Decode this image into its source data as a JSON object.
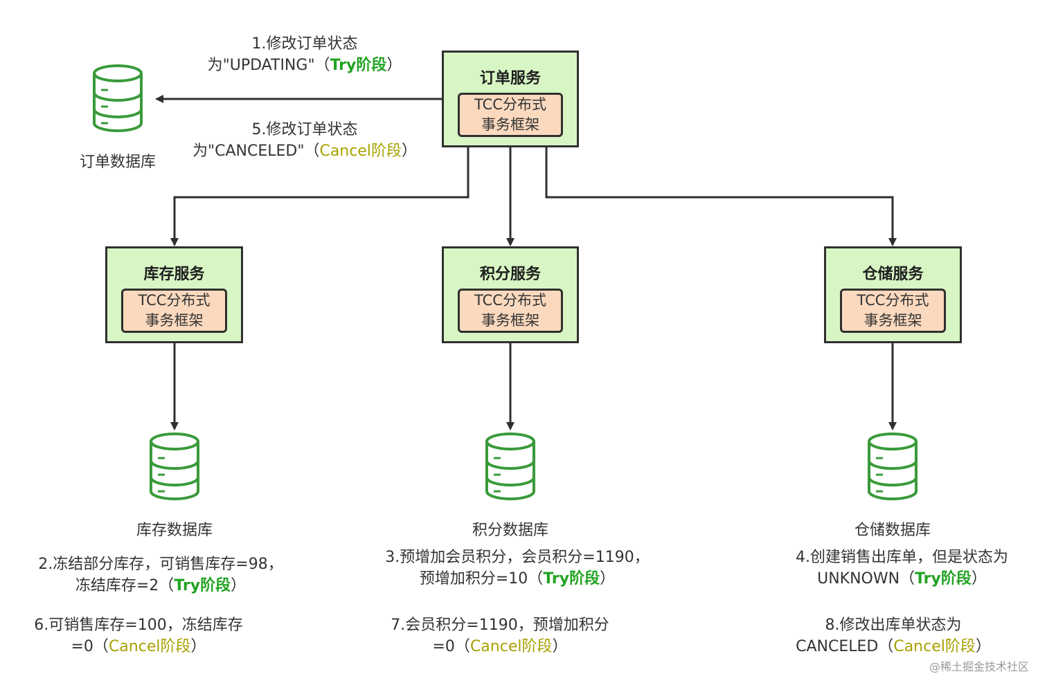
{
  "framework": {
    "line1": "TCC分布式",
    "line2": "事务框架"
  },
  "services": {
    "order": "订单服务",
    "inventory": "库存服务",
    "points": "积分服务",
    "warehouse": "仓储服务"
  },
  "databases": {
    "order": "订单数据库",
    "inventory": "库存数据库",
    "points": "积分数据库",
    "warehouse": "仓储数据库"
  },
  "stage": {
    "try": "Try阶段",
    "cancel": "Cancel阶段"
  },
  "steps": {
    "s1": {
      "line1": "1.修改订单状态",
      "line2_pre": "为\"UPDATING\"（",
      "line2_post": "）"
    },
    "s5": {
      "line1": "5.修改订单状态",
      "line2_pre": "为\"CANCELED\"（",
      "line2_post": "）"
    },
    "s2": {
      "line1": "2.冻结部分库存，可销售库存=98，",
      "line2_pre": "冻结库存=2（",
      "line2_post": "）"
    },
    "s6": {
      "line1": "6.可销售库存=100，冻结库存",
      "line2_pre": "=0（",
      "line2_post": "）"
    },
    "s3": {
      "line1": "3.预增加会员积分，会员积分=1190，",
      "line2_pre": "预增加积分=10（",
      "line2_post": "）"
    },
    "s7": {
      "line1": "7.会员积分=1190，预增加积分",
      "line2_pre": "=0（",
      "line2_post": "）"
    },
    "s4": {
      "line1": "4.创建销售出库单，但是状态为",
      "line2_pre": "UNKNOWN（",
      "line2_post": "）"
    },
    "s8": {
      "line1": "8.修改出库单状态为",
      "line2_pre": "CANCELED（",
      "line2_post": "）"
    }
  },
  "watermark": "@稀土掘金技术社区",
  "colors": {
    "service_fill": "#d8f5c4",
    "framework_fill": "#fad9bf",
    "database_stroke": "#3a9a3a",
    "try_text": "#22a322",
    "cancel_text": "#a8a000"
  }
}
